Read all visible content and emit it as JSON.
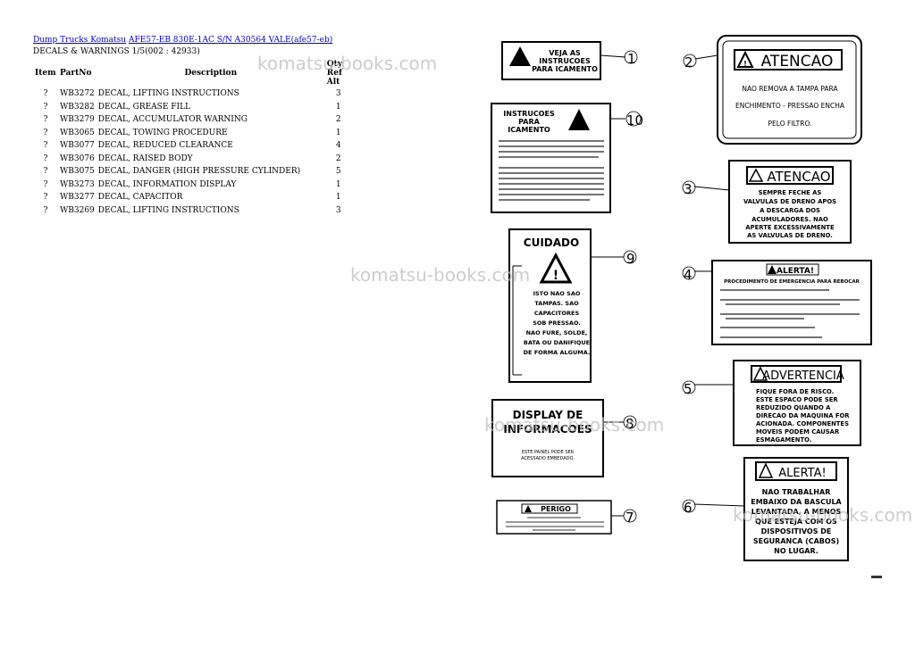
{
  "breadcrumb": {
    "link1": "Dump Trucks Komatsu",
    "link2": "AFE57-EB 830E-1AC S/N A30564 VALE(afe57-eb)"
  },
  "subtitle": "DECALS & WARNINGS 1/5(002 : 42933)",
  "table": {
    "headers": {
      "item": "Item",
      "part": "PartNo",
      "desc": "Description",
      "qty": "Qty Ref Alt"
    },
    "rows": [
      {
        "item": "?",
        "part": "WB3272",
        "desc": "DECAL, LIFTING INSTRUCTIONS",
        "qty": "3"
      },
      {
        "item": "?",
        "part": "WB3282",
        "desc": "DECAL, GREASE FILL",
        "qty": "1"
      },
      {
        "item": "?",
        "part": "WB3279",
        "desc": "DECAL, ACCUMULATOR WARNING",
        "qty": "2"
      },
      {
        "item": "?",
        "part": "WB3065",
        "desc": "DECAL, TOWING PROCEDURE",
        "qty": "1"
      },
      {
        "item": "?",
        "part": "WB3077",
        "desc": "DECAL, REDUCED CLEARANCE",
        "qty": "4"
      },
      {
        "item": "?",
        "part": "WB3076",
        "desc": "DECAL, RAISED BODY",
        "qty": "2"
      },
      {
        "item": "?",
        "part": "WB3075",
        "desc": "DECAL, DANGER (HIGH PRESSURE CYLINDER)",
        "qty": "5"
      },
      {
        "item": "?",
        "part": "WB3273",
        "desc": "DECAL, INFORMATION DISPLAY",
        "qty": "1"
      },
      {
        "item": "?",
        "part": "WB3277",
        "desc": "DECAL, CAPACITOR",
        "qty": "1"
      },
      {
        "item": "?",
        "part": "WB3269",
        "desc": "DECAL, LIFTING INSTRUCTIONS",
        "qty": "3"
      }
    ]
  },
  "watermark": "komatsu-books.com",
  "decals": {
    "d1": {
      "callout": "1",
      "lines": [
        "VEJA AS",
        "INSTRUCOES",
        "PARA ICAMENTO"
      ]
    },
    "d2": {
      "callout": "2",
      "title": "ATENCAO",
      "lines": [
        "NAO REMOVA A TAMPA PARA",
        "ENCHIMENTO - PRESSAO ENCHA",
        "PELO FILTRO."
      ]
    },
    "d3": {
      "callout": "3",
      "title": "ATENCAO",
      "lines": [
        "SEMPRE FECHE AS",
        "VALVULAS DE DRENO APOS",
        "A DESCARGA DOS",
        "ACUMULADORES. NAO",
        "APERTE EXCESSIVAMENTE",
        "AS VALVULAS DE DRENO."
      ]
    },
    "d4": {
      "callout": "4",
      "title": "ALERTA!",
      "lines": [
        "PROCEDIMENTO DE EMERGENCIA PARA REBOCAR"
      ]
    },
    "d5": {
      "callout": "5",
      "title": "ADVERTENCIA",
      "lines": [
        "FIQUE FORA DE RISCO.",
        "ESTE ESPACO PODE SER",
        "REDUZIDO QUANDO A",
        "DIRECAO DA MAQUINA FOR",
        "ACIONADA. COMPONENTES",
        "MOVEIS PODEM CAUSAR",
        "ESMAGAMENTO."
      ]
    },
    "d6": {
      "callout": "6",
      "title": "ALERTA!",
      "lines": [
        "NAO TRABALHAR",
        "EMBAIXO DA BASCULA",
        "LEVANTADA, A MENOS",
        "QUE ESTEJA COM OS",
        "DISPOSITIVOS DE",
        "SEGURANCA (CABOS)",
        "NO LUGAR."
      ]
    },
    "d7": {
      "callout": "7",
      "title": "PERIGO"
    },
    "d8": {
      "callout": "8",
      "lines": [
        "DISPLAY DE",
        "INFORMACOES"
      ],
      "small": [
        "ESTE PAINEL PODE SER",
        "ACESSADO EMBEDADO."
      ]
    },
    "d9": {
      "callout": "9",
      "title": "CUIDADO",
      "lines": [
        "ISTO NAO SAO",
        "TAMPAS. SAO",
        "CAPACITORES",
        "SOB PRESSAO.",
        "NAO FURE, SOLDE,",
        "BATA OU DANIFIQUE",
        "DE FORMA ALGUMA."
      ]
    },
    "d10": {
      "callout": "10",
      "lines": [
        "INSTRUCOES",
        "PARA",
        "ICAMENTO"
      ]
    }
  }
}
